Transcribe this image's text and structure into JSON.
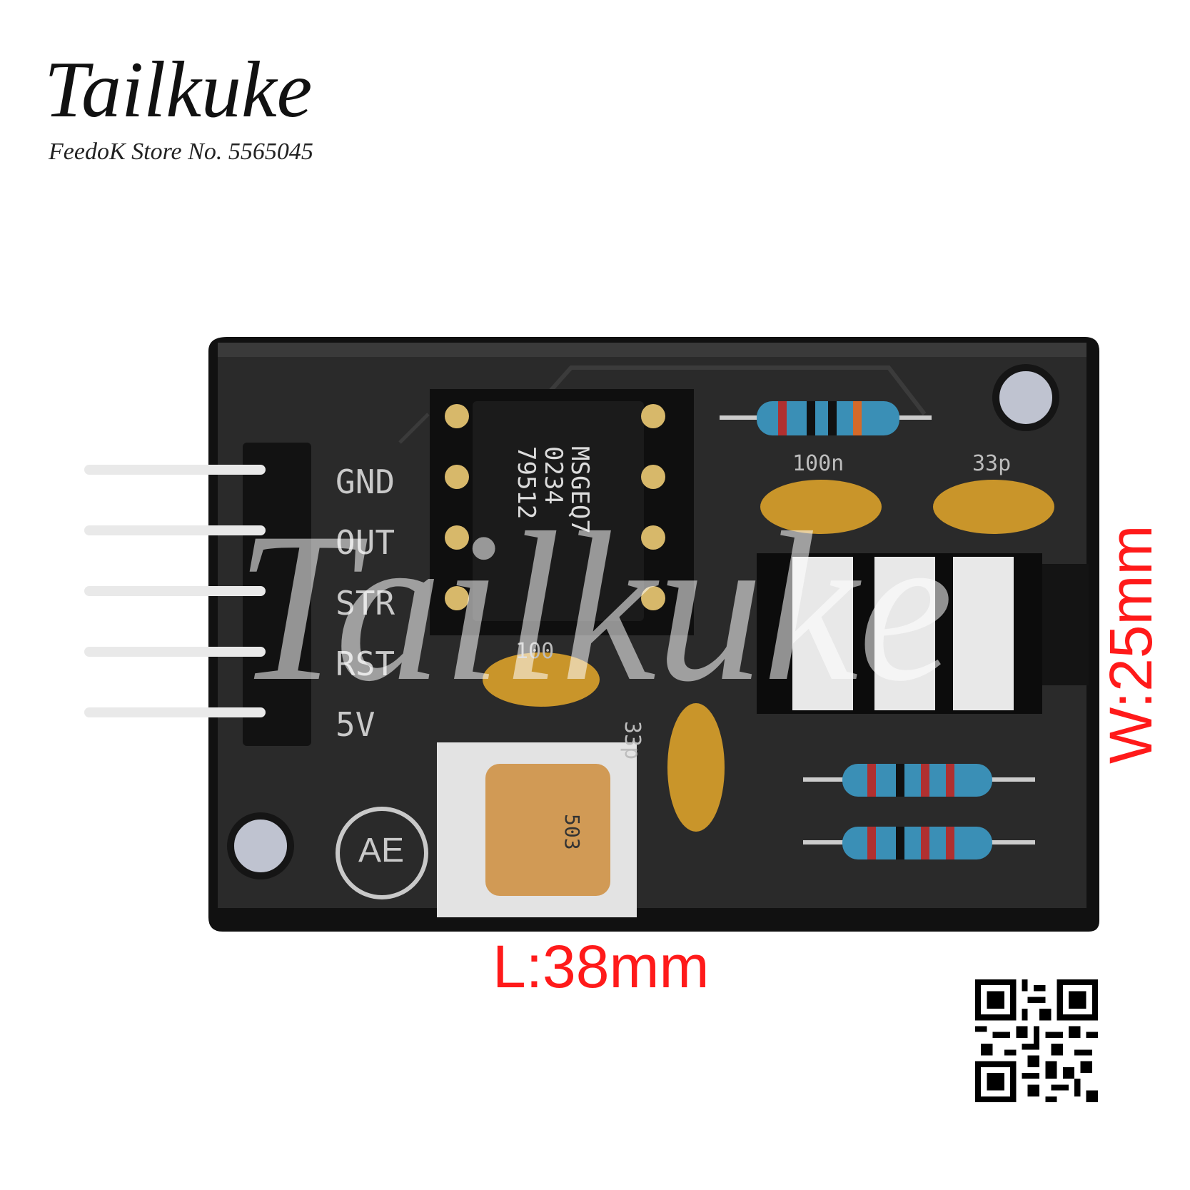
{
  "brand": {
    "name": "Tailkuke",
    "store": "FeedoK Store No. 5565045"
  },
  "dimensions": {
    "length": "L:38mm",
    "width": "W:25mm"
  },
  "pins": [
    "GND",
    "OUT",
    "STR",
    "RST",
    "5V"
  ],
  "chip": {
    "line1": "MSGEQ7",
    "line2": "0234",
    "line3": "79512"
  },
  "caps": {
    "c1": "100n",
    "c2": "33p",
    "c3": "100",
    "c4": "33p"
  },
  "logo": "AE",
  "pot_marking": "503",
  "watermark": "Tailkuke",
  "colors": {
    "pcb": "#262626",
    "pcb_edge": "#111111",
    "text_red": "#ff1a1a",
    "cap": "#c9952a",
    "gold": "#d7b86a"
  }
}
